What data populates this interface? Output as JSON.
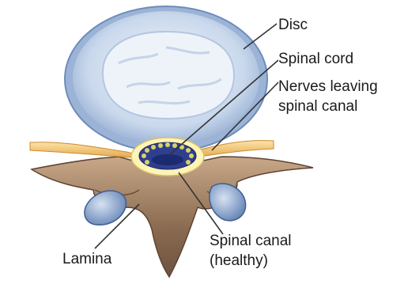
{
  "labels": {
    "disc": "Disc",
    "spinal_cord": "Spinal cord",
    "nerves_line1": "Nerves leaving",
    "nerves_line2": "spinal canal",
    "canal_line1": "Spinal canal",
    "canal_line2": "(healthy)",
    "lamina": "Lamina"
  },
  "colors": {
    "disc_outer": "#a9bfdc",
    "disc_inner": "#e4ecf6",
    "bone": "#9e7a5c",
    "nerve": "#f0c878",
    "canal_fill": "#fff3b0",
    "cord": "#2a3a8a",
    "leader": "#333333"
  }
}
